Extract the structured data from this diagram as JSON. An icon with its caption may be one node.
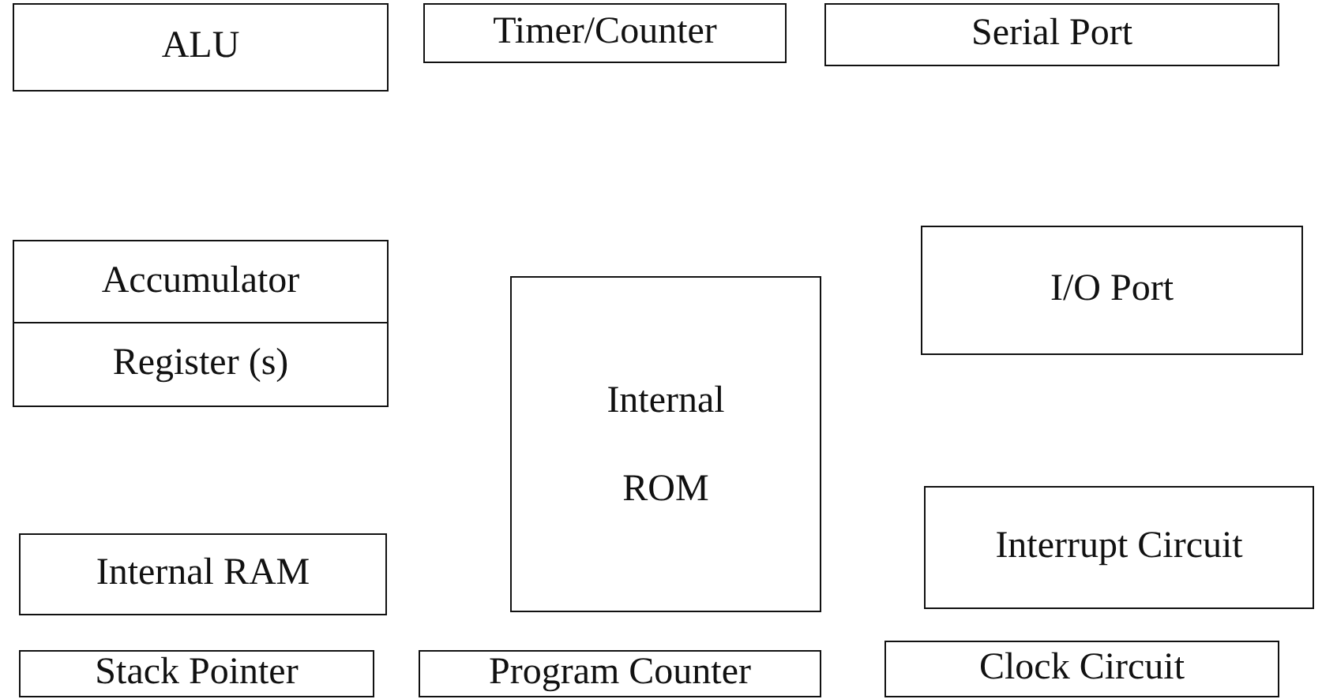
{
  "diagram": {
    "nodes": [
      {
        "text": [
          "ALU"
        ]
      },
      {
        "text": [
          "Timer/Counter"
        ]
      },
      {
        "text": [
          "Serial Port"
        ]
      },
      {
        "text": [
          "Accumulator"
        ]
      },
      {
        "text": [
          "Internal ROM"
        ]
      },
      {
        "text": [
          "I/O Port"
        ]
      },
      {
        "text": [
          "Register (s)"
        ]
      },
      {
        "text": [
          "Internal RAM"
        ]
      },
      {
        "text": [
          "Interrupt Circuit"
        ]
      },
      {
        "text": [
          "Stack Pointer"
        ]
      },
      {
        "text": [
          "Program Counter"
        ]
      },
      {
        "text": [
          "Clock Circuit"
        ]
      }
    ]
  }
}
